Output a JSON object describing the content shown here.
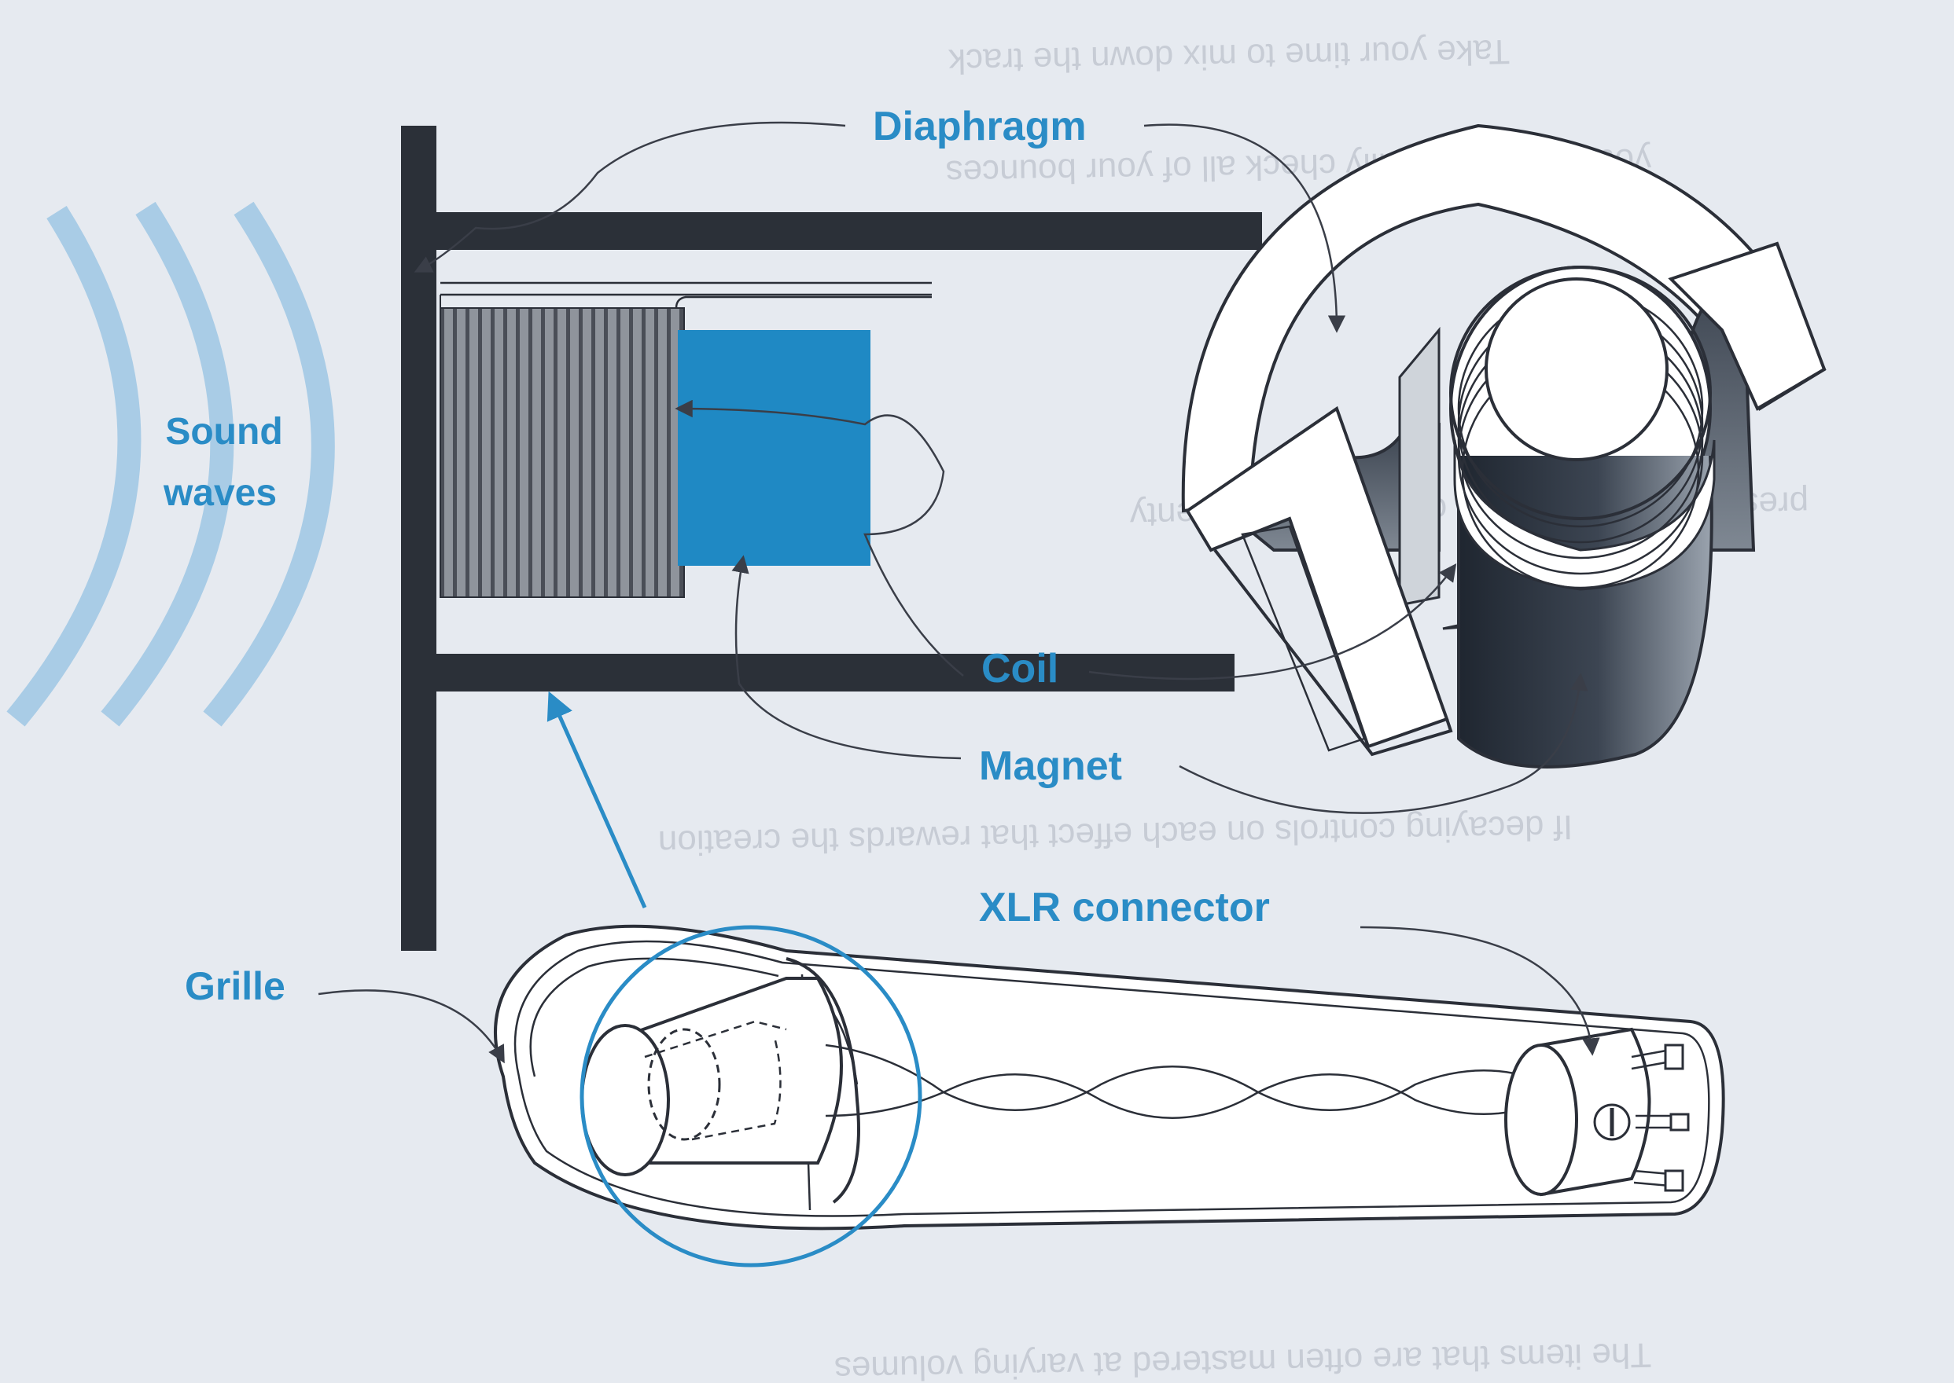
{
  "labels": {
    "diaphragm": "Diaphragm",
    "sound_line1": "Sound",
    "sound_line2": "waves",
    "coil": "Coil",
    "magnet": "Magnet",
    "xlr": "XLR connector",
    "grille": "Grille"
  },
  "colors": {
    "accent": "#2a8cc6",
    "magnet_fill": "#1f89c4",
    "dark": "#2b2f38",
    "paper": "#e6eaf0"
  }
}
